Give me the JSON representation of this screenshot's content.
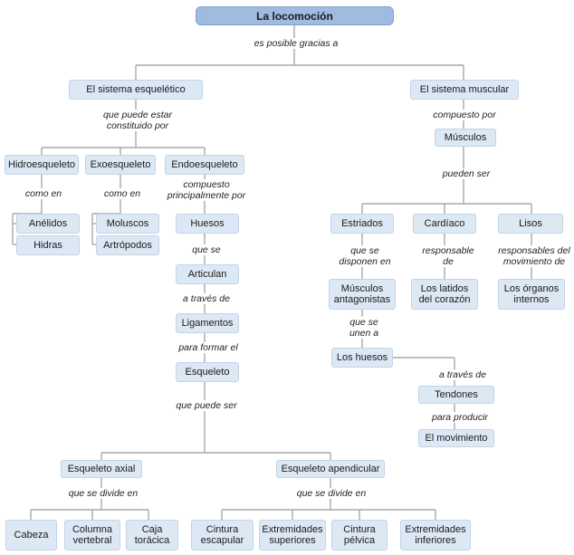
{
  "nodes": {
    "root": "La locomoción",
    "skeletal": "El sistema esquelético",
    "muscular": "El sistema muscular",
    "hidro": "Hidroesqueleto",
    "exo": "Exoesqueleto",
    "endo": "Endoesqueleto",
    "anelidos": "Anélidos",
    "hidras": "Hidras",
    "moluscos": "Moluscos",
    "artropodos": "Artrópodos",
    "huesos": "Huesos",
    "articulan": "Articulan",
    "ligamentos": "Ligamentos",
    "esqueleto": "Esqueleto",
    "axial": "Esqueleto axial",
    "apendicular": "Esqueleto apendicular",
    "cabeza": "Cabeza",
    "columna": "Columna\nvertebral",
    "caja": "Caja\ntorácica",
    "cintura_esc": "Cintura\nescapular",
    "ext_sup": "Extremidades\nsuperiores",
    "cintura_pel": "Cintura\npélvica",
    "ext_inf": "Extremidades\ninferiores",
    "musculos": "Músculos",
    "estriados": "Estriados",
    "cardiaco": "Cardíaco",
    "lisos": "Lisos",
    "antagonistas": "Músculos\nantagonistas",
    "latidos": "Los latidos\ndel corazón",
    "organos": "Los órganos\ninternos",
    "los_huesos": "Los huesos",
    "tendones": "Tendones",
    "movimiento": "El movimiento"
  },
  "links": {
    "es_posible": "es posible gracias a",
    "que_puede_estar": "que puede estar\nconstituido por",
    "como_en_1": "como en",
    "como_en_2": "como en",
    "compuesto_principalmente": "compuesto\nprincipalmente por",
    "que_se": "que se",
    "a_traves_de_1": "a través de",
    "para_formar": "para formar el",
    "que_puede_ser": "que puede ser",
    "divide_1": "que se divide en",
    "divide_2": "que se divide en",
    "compuesto_por": "compuesto por",
    "pueden_ser": "pueden ser",
    "se_disponen": "que se\ndisponen en",
    "responsable_de": "responsable\nde",
    "responsables_del": "responsables del\nmovimiento de",
    "se_unen": "que se\nunen a",
    "a_traves_de_2": "a través de",
    "para_producir": "para producir"
  }
}
